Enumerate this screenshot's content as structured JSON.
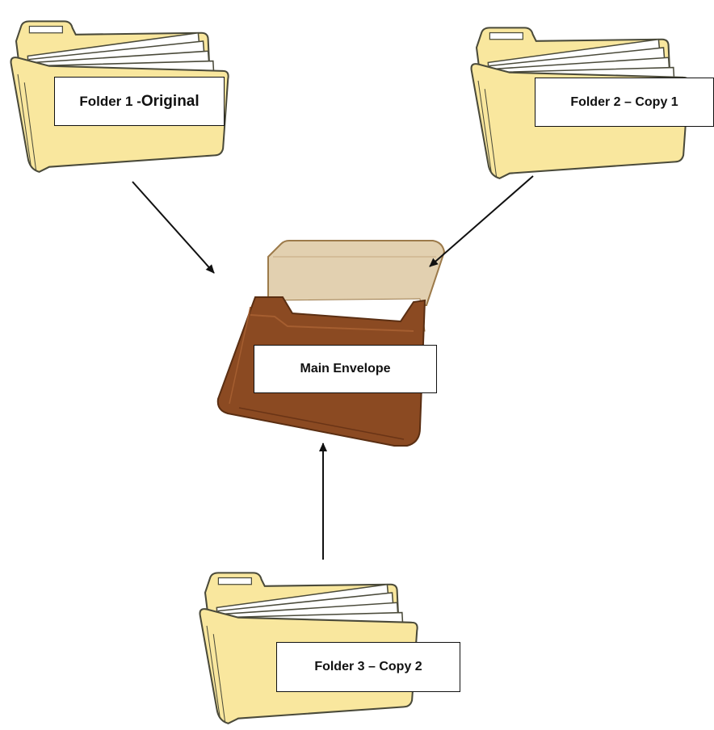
{
  "folders": [
    {
      "label_prefix": "Folder 1 - ",
      "label_main": "Original"
    },
    {
      "label": "Folder 2 – Copy 1"
    },
    {
      "label": "Folder 3 – Copy 2"
    }
  ],
  "envelope": {
    "label": "Main Envelope"
  },
  "icons": [
    "folder-icon",
    "folder-icon",
    "folder-icon",
    "envelope-icon"
  ],
  "colors": {
    "folder_fill": "#F9E79E",
    "folder_outline": "#4A4A3A",
    "envelope_leather": "#8B4A22",
    "envelope_flap": "#E2D0B0",
    "arrow": "#111111"
  }
}
